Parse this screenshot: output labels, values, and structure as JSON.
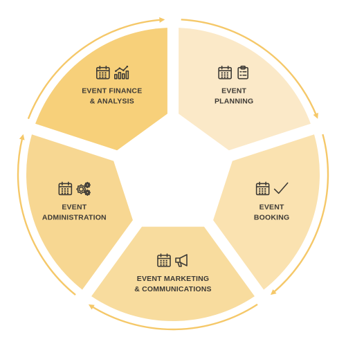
{
  "segments": [
    {
      "id": "planning",
      "lines": [
        "EVENT",
        "PLANNING"
      ],
      "icons": [
        "calendar-icon",
        "checklist-icon"
      ],
      "color": "#fbe9c8"
    },
    {
      "id": "booking",
      "lines": [
        "EVENT",
        "BOOKING"
      ],
      "icons": [
        "calendar-icon",
        "checkmark-icon"
      ],
      "color": "#fae2b0"
    },
    {
      "id": "marketing",
      "lines": [
        "EVENT MARKETING",
        "& COMMUNICATIONS"
      ],
      "icons": [
        "calendar-icon",
        "megaphone-icon"
      ],
      "color": "#f8dc9e"
    },
    {
      "id": "administration",
      "lines": [
        "EVENT",
        "ADMINISTRATION"
      ],
      "icons": [
        "calendar-icon",
        "gears-icon"
      ],
      "color": "#f7d792"
    },
    {
      "id": "finance",
      "lines": [
        "EVENT FINANCE",
        "& ANALYSIS"
      ],
      "icons": [
        "calendar-icon",
        "analytics-chart-icon"
      ],
      "color": "#f7d07a"
    }
  ],
  "ring_color": "#f5c869",
  "text_color": "#3d3a35"
}
